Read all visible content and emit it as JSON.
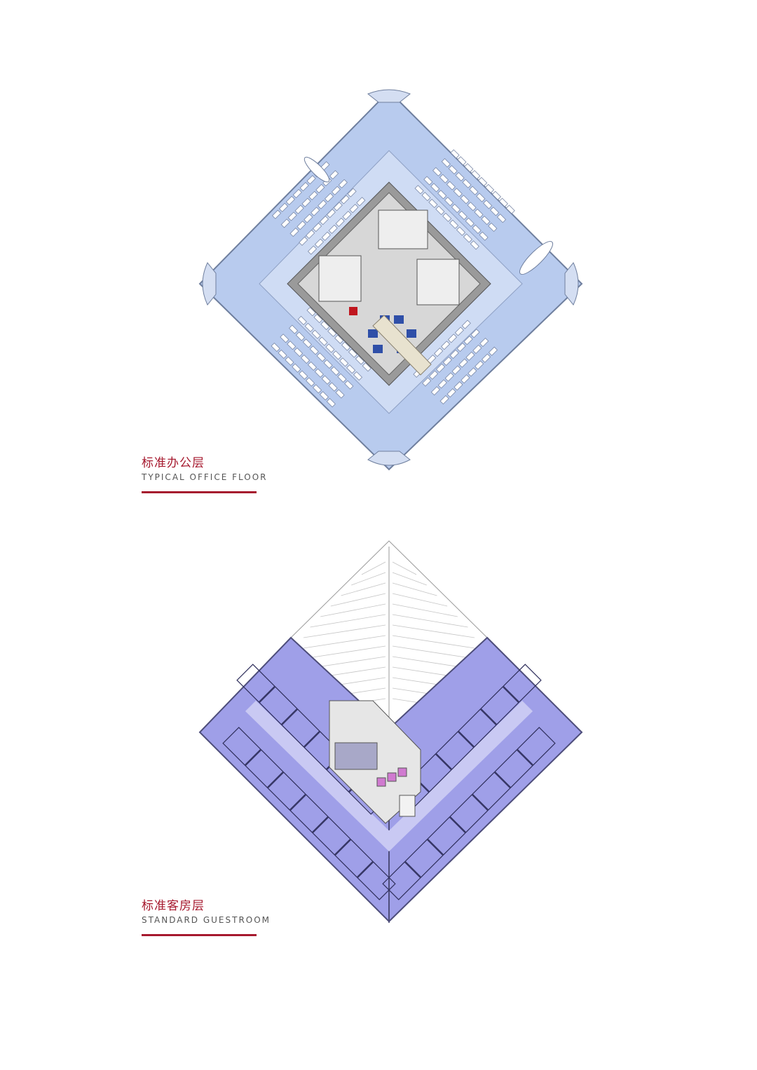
{
  "office_floor": {
    "title_zh": "标准办公层",
    "title_en": "TYPICAL OFFICE FLOOR"
  },
  "guestroom_floor": {
    "title_zh": "标准客房层",
    "title_en": "STANDARD GUESTROOM"
  },
  "colors": {
    "office_fill": "#b8cbee",
    "office_corridor": "#cfdcf4",
    "office_stroke": "#6f7f9e",
    "office_core": "#8c8c8c",
    "guest_fill": "#9f9fe8",
    "guest_corridor": "#c9c9f3",
    "guest_stroke": "#4d4d7a",
    "accent_red": "#a6192e",
    "elevator_blue": "#2f4fa8",
    "stair_beige": "#e8e2cf"
  }
}
